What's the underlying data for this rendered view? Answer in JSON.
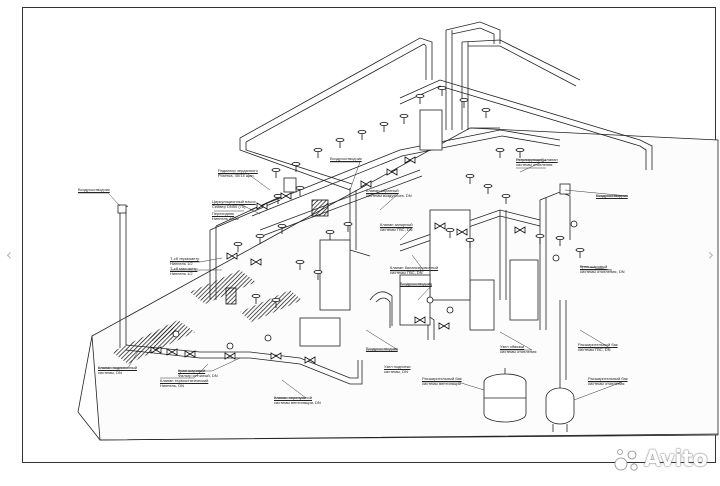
{
  "drawing": {
    "labels": [
      {
        "title": "Воздухоотводчик",
        "sub": ""
      },
      {
        "title": "Радиатор чердачного",
        "sub": "Розетка, 40/14 щип."
      },
      {
        "title": "Циркуляционный насос",
        "sub": "Сейвер DN50 (75)"
      },
      {
        "title": "Переходник",
        "sub": "Ниппель 40/32"
      },
      {
        "title": "Т-сб термометр",
        "sub": "Ниппель 1/2"
      },
      {
        "title": "Т-сб манометр",
        "sub": "Ниппель 1/2"
      },
      {
        "title": "Воздухоотводчик",
        "sub": ""
      },
      {
        "title": "Клапан обратный",
        "sub": "системы воздухоотв. DN"
      },
      {
        "title": "Клапан запорный",
        "sub": "системы ГВС, DN"
      },
      {
        "title": "Клапан балансировочный",
        "sub": "системы ГВС, DN"
      },
      {
        "title": "Воздухоотводчик",
        "sub": ""
      },
      {
        "title": "Регулирующий клапан",
        "sub": "системы отопления"
      },
      {
        "title": "Воздухоотводчик",
        "sub": ""
      },
      {
        "title": "Кран шаровый",
        "sub": "системы отопления, DN"
      },
      {
        "title": "Расширительный бак",
        "sub": "системы ГВС, DN"
      },
      {
        "title": "Узел обвязки",
        "sub": "системы отопления"
      },
      {
        "title": "Расширительный бак",
        "sub": "системы вентиляции"
      },
      {
        "title": "Расширительный бак",
        "sub": "системы отопления"
      },
      {
        "title": "Воздухоотводчик",
        "sub": ""
      },
      {
        "title": "Клапан подпиточный",
        "sub": "системы, DN"
      },
      {
        "title": "Кран шаровый",
        "sub": "Фильтр сетчатый, DN"
      },
      {
        "title": "Клапан термостатический",
        "sub": "Ниппель, DN"
      },
      {
        "title": "Клапан перепускной",
        "sub": "системы вентиляции, DN"
      },
      {
        "title": "Узел подпитки",
        "sub": "системы, DN"
      }
    ]
  },
  "nav": {
    "prev_icon": "chevron-left-icon",
    "next_icon": "chevron-right-icon",
    "prev": "‹",
    "next": "›"
  },
  "watermark": {
    "text": "Avito"
  }
}
